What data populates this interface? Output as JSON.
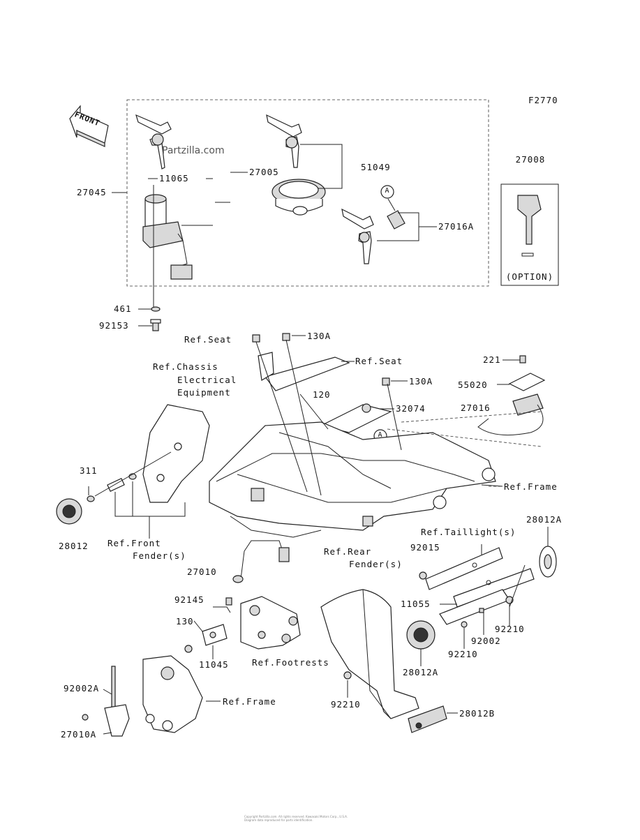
{
  "diagram_code": "F2770",
  "watermark": "Partzilla.com",
  "front_arrow_label": "FRONT",
  "option_box": {
    "part": "27008",
    "caption": "(OPTION)"
  },
  "callout_letter": "A",
  "labels": {
    "p27045": "27045",
    "p11065": "11065",
    "p27005": "27005",
    "p51049": "51049",
    "p27016A": "27016A",
    "p461": "461",
    "p92153": "92153",
    "refSeat1": "Ref.Seat",
    "p130A_1": "130A",
    "refSeat2": "Ref.Seat",
    "p221": "221",
    "refChassis1": "Ref.Chassis",
    "refChassis2": "Electrical",
    "refChassis3": "Equipment",
    "p130A_2": "130A",
    "p55020": "55020",
    "p120": "120",
    "p32074": "32074",
    "p27016": "27016",
    "refFrame1": "Ref.Frame",
    "p311": "311",
    "p28012": "28012",
    "refFrontFender1": "Ref.Front",
    "refFrontFender2": "Fender(s)",
    "p28012A_1": "28012A",
    "refTaillight": "Ref.Taillight(s)",
    "refRearFender1": "Ref.Rear",
    "refRearFender2": "Fender(s)",
    "p92015": "92015",
    "p27010": "27010",
    "p92145": "92145",
    "p11055": "11055",
    "p130": "130",
    "p11045": "11045",
    "p92210_1": "92210",
    "p92002": "92002",
    "p92210_2": "92210",
    "refFootrests": "Ref.Footrests",
    "p28012A_2": "28012A",
    "p92002A": "92002A",
    "refFrame2": "Ref.Frame",
    "p92210_3": "92210",
    "p27010A": "27010A",
    "p28012B": "28012B"
  },
  "footer_lines": [
    "Copyright Partzilla.com. All rights reserved. Kawasaki Motors Corp., U.S.A.",
    "Diagram data reproduced for parts identification."
  ]
}
